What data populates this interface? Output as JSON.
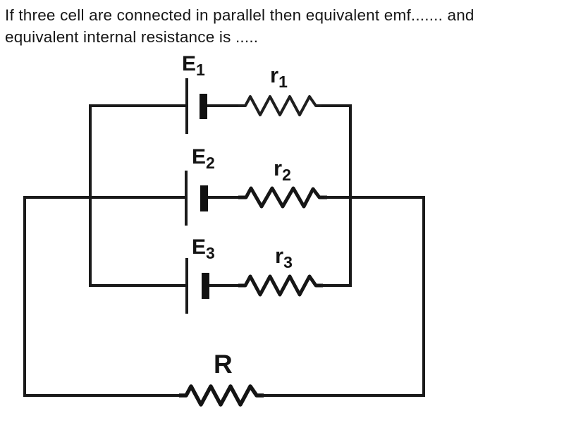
{
  "question": {
    "line1": "If three cell are connected in parallel then equivalent emf....... and",
    "line2": "equivalent internal resistance is ....."
  },
  "circuit": {
    "cells": [
      {
        "emf_base": "E",
        "emf_sub": "1",
        "r_base": "r",
        "r_sub": "1"
      },
      {
        "emf_base": "E",
        "emf_sub": "2",
        "r_base": "r",
        "r_sub": "2"
      },
      {
        "emf_base": "E",
        "emf_sub": "3",
        "r_base": "r",
        "r_sub": "3"
      }
    ],
    "external_resistor_label": "R"
  },
  "colors": {
    "ink": "#1a1a1a",
    "background": "#ffffff"
  }
}
